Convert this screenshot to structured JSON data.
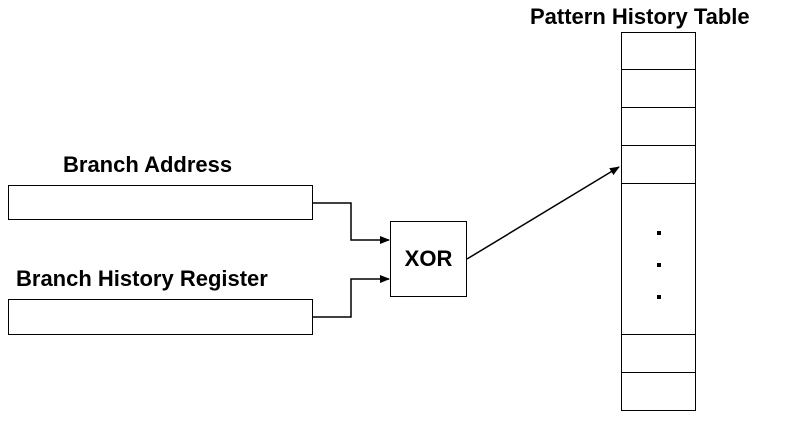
{
  "diagram": {
    "branch_address_label": "Branch Address",
    "branch_history_register_label": "Branch History Register",
    "xor_label": "XOR",
    "pattern_history_table_label": "Pattern History Table",
    "ellipsis": "..."
  }
}
